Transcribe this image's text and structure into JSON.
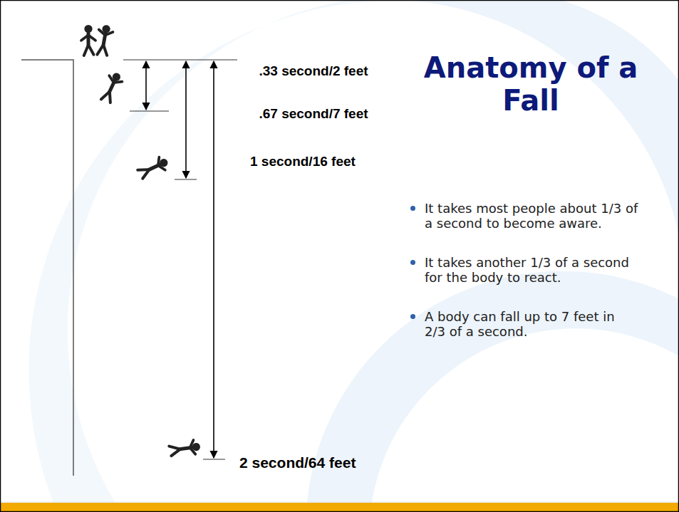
{
  "diagram": {
    "title": "Anatomy of a Fall",
    "labels": [
      ".33 second/2 feet",
      ".67 second/7 feet",
      "1 second/16 feet",
      "It takes most people about 1/3 of a second to become aware.",
      "It takes another 1/3 of a second for the body to react.",
      "A body can fall up to 7 feet in 2/3 of a second.",
      "2 second/64 feet"
    ]
  }
}
